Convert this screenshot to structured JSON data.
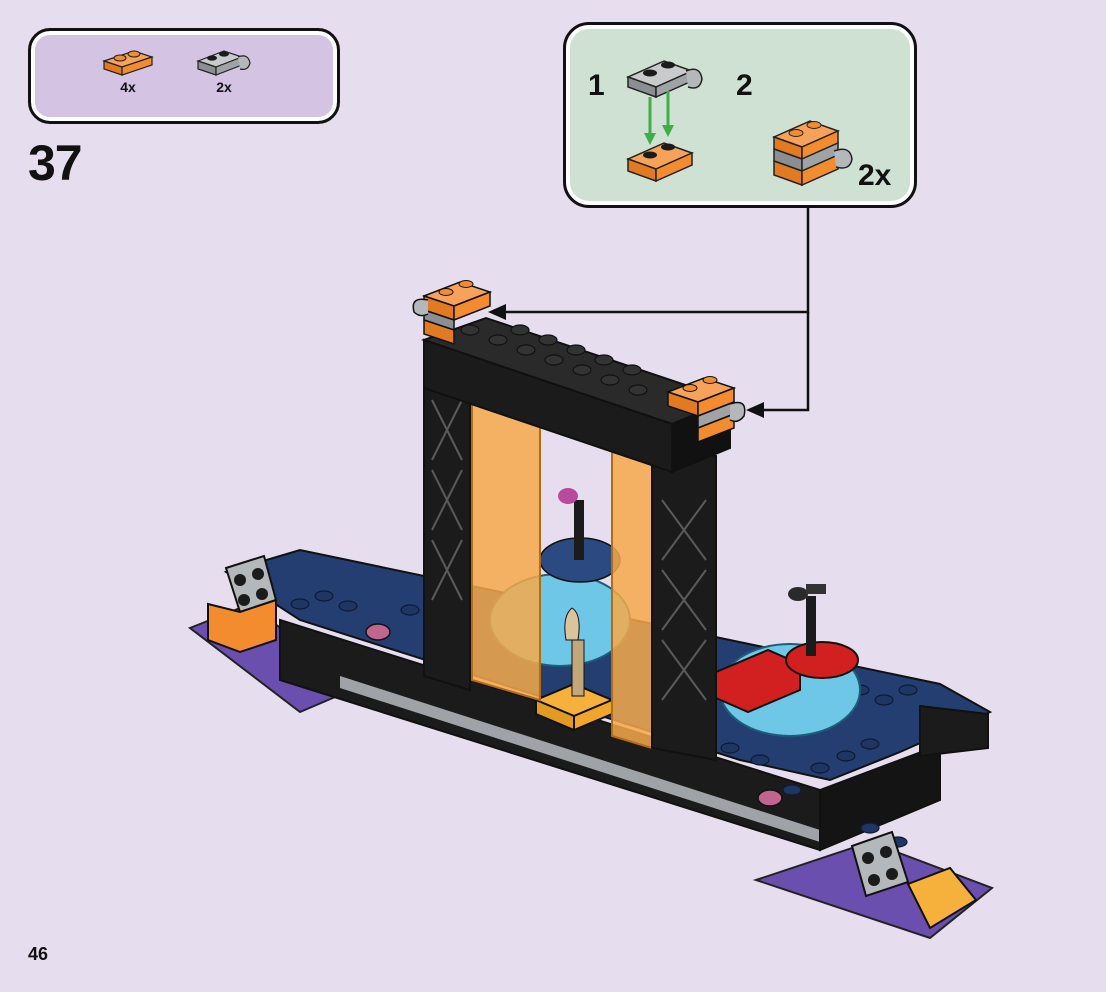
{
  "parts": [
    {
      "name": "orange-plate-1x2",
      "qty": "4x",
      "color": "#f28c2e"
    },
    {
      "name": "grey-plate-clip",
      "qty": "2x",
      "color": "#a0a3a6"
    }
  ],
  "step_number": "37",
  "callout": {
    "substep_1": "1",
    "substep_2": "2",
    "multiplier": "2x"
  },
  "page_number": "46",
  "colors": {
    "background": "#e6deef",
    "parts_box": "#d4c3e2",
    "callout_box": "#cfe1d3",
    "arrow_green": "#3fae49",
    "orange": "#f28c2e",
    "dark_blue": "#1f3563",
    "black": "#1b1b1b",
    "trans_orange": "#f6a94a",
    "light_blue": "#6ec7e6",
    "purple": "#5a3f9a",
    "red": "#d21f1f"
  }
}
